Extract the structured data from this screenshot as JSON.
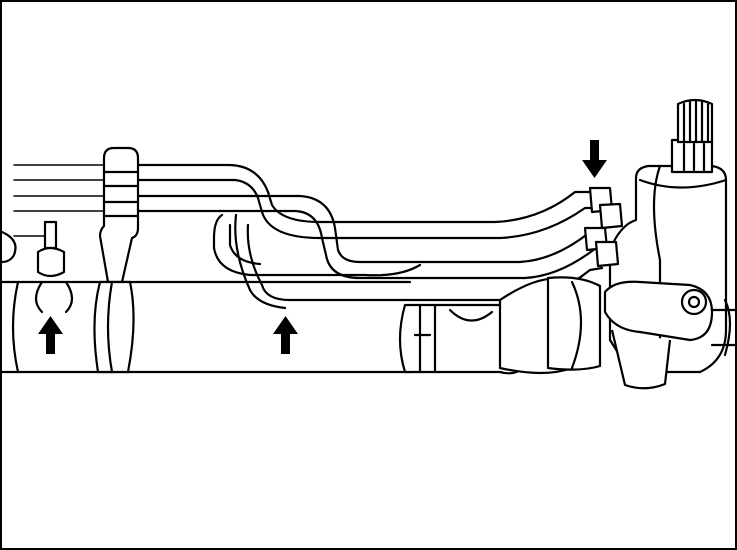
{
  "diagram": {
    "kind": "line-drawing",
    "subject": "steering-rack-with-fluid-lines",
    "colors": {
      "ink": "#000000",
      "paper": "#ffffff"
    },
    "arrows": [
      {
        "id": "arrow-left-fitting",
        "direction": "up"
      },
      {
        "id": "arrow-mid-rack",
        "direction": "up"
      },
      {
        "id": "arrow-valve-fittings",
        "direction": "down"
      }
    ]
  }
}
